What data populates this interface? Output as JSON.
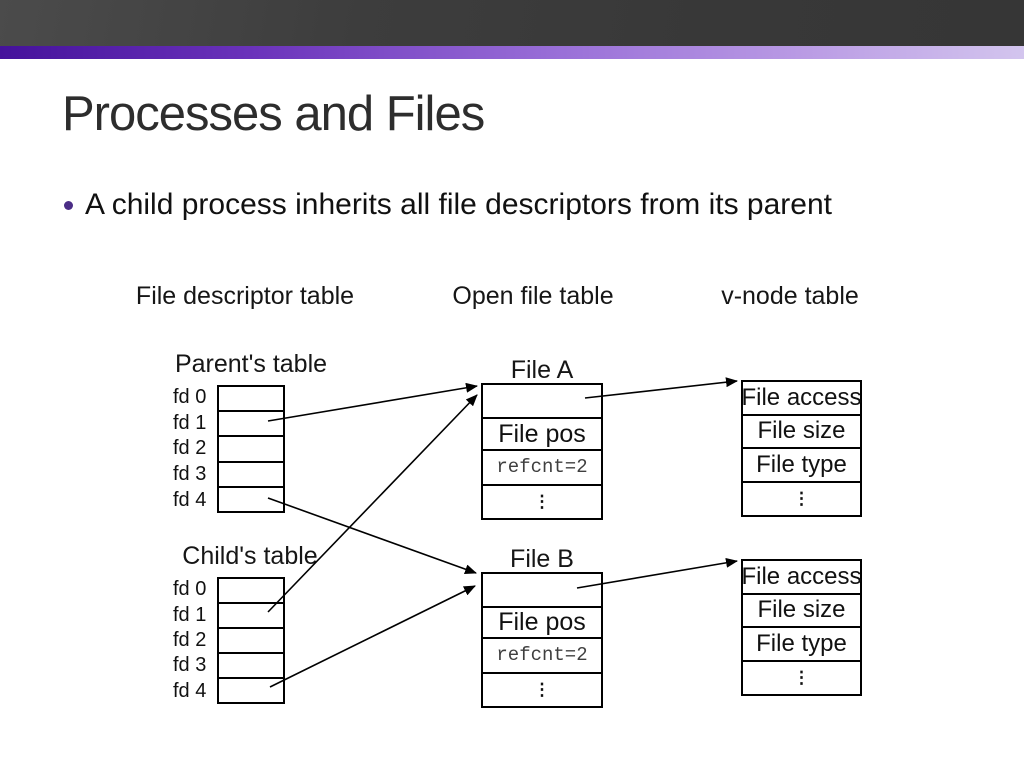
{
  "slide": {
    "title": "Processes and Files",
    "bullet": "A child process inherits all file descriptors from its parent"
  },
  "diagram": {
    "column_labels": [
      "File descriptor table",
      "Open file table",
      "v-node table"
    ],
    "fd_tables": [
      {
        "title": "Parent's table",
        "rows": [
          "fd 0",
          "fd 1",
          "fd 2",
          "fd 3",
          "fd 4"
        ]
      },
      {
        "title": "Child's table",
        "rows": [
          "fd 0",
          "fd 1",
          "fd 2",
          "fd 3",
          "fd 4"
        ]
      }
    ],
    "open_file_tables": [
      {
        "title": "File A",
        "rows": [
          "",
          "File pos",
          "refcnt=2",
          "⋮"
        ]
      },
      {
        "title": "File B",
        "rows": [
          "",
          "File pos",
          "refcnt=2",
          "⋮"
        ]
      }
    ],
    "vnode_tables": [
      {
        "rows": [
          "File access",
          "File size",
          "File type",
          "⋮"
        ]
      },
      {
        "rows": [
          "File access",
          "File size",
          "File type",
          "⋮"
        ]
      }
    ]
  },
  "colors": {
    "header_dark": "#3d3d3d",
    "accent_left": "#45129b",
    "accent_mid": "#9a70d8",
    "accent_right": "#d3c5ee",
    "bullet_dot": "#4b2d86",
    "text": "#1a1a1a",
    "line": "#000000"
  }
}
